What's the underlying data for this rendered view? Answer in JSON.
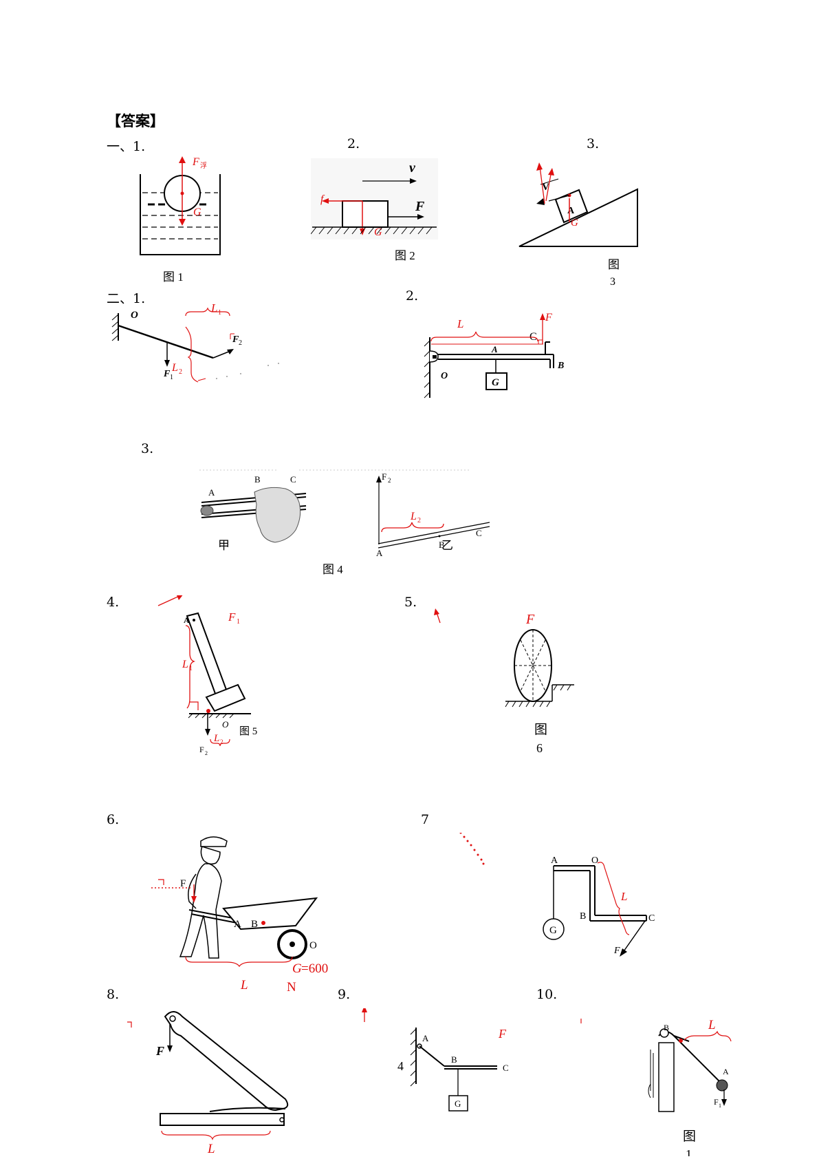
{
  "header": "【答案】",
  "section1": {
    "q1": "一、1.",
    "q2": "2.",
    "q3": "3.",
    "fig1": {
      "caption": "图 1",
      "f_buoyancy": "F",
      "f_sub": "浮",
      "g": "G"
    },
    "fig2": {
      "caption": "图 2",
      "v": "v",
      "F_black": "F",
      "f_red": "f",
      "g": "G"
    },
    "fig3": {
      "caption_a": "图",
      "caption_b": "3",
      "v": "V",
      "a": "A",
      "g": "G"
    }
  },
  "section2": {
    "q1": "二、1.",
    "q2": "2.",
    "q3": "3.",
    "q4": "4.",
    "q5": "5.",
    "q6": "6.",
    "q7": "7",
    "q8": "8.",
    "q9": "9.",
    "q10": "10.",
    "fig_q1": {
      "o": "O",
      "l1": "L",
      "l1_sub": "1",
      "l2": "L",
      "l2_sub": "2",
      "f1": "F",
      "f1_sub": "1",
      "f2": "F",
      "f2_sub": "2"
    },
    "fig_q2": {
      "l": "L",
      "f": "F",
      "c": "C",
      "a": "A",
      "b": "B",
      "o": "O",
      "g": "G"
    },
    "fig4": {
      "caption": "图 4",
      "jia": "甲",
      "yi": "乙",
      "a": "A",
      "b": "B",
      "c": "C",
      "f2": "F",
      "f2_sub": "2",
      "l2": "L",
      "l2_sub": "2"
    },
    "fig5": {
      "caption": "图 5",
      "a": "A",
      "o": "O",
      "f1": "F",
      "f1_sub": "1",
      "l1": "L",
      "l1_sub": "1",
      "l2": "L",
      "l2_sub": "2",
      "f2": "F",
      "f2_sub": "2"
    },
    "fig6": {
      "caption_a": "图",
      "caption_b": "6",
      "f": "F"
    },
    "fig_q6": {
      "f": "F",
      "a": "A",
      "b": "B",
      "o": "O",
      "g_label": "G",
      "g_value": "=600",
      "unit": "N",
      "l": "L"
    },
    "fig_q7": {
      "a": "A",
      "o": "O",
      "b": "B",
      "c": "C",
      "g": "G",
      "f": "F",
      "l": "L"
    },
    "fig_q8": {
      "f": "F",
      "l": "L"
    },
    "fig_q9": {
      "num": "4",
      "a": "A",
      "b": "B",
      "c": "C",
      "g": "G",
      "f": "F"
    },
    "fig_q10": {
      "b": "B",
      "a": "A",
      "f1": "F",
      "f1_sub": "1",
      "l": "L",
      "caption_a": "图",
      "caption_b": "1"
    }
  },
  "colors": {
    "annotation": "#e01010",
    "ink": "#000000"
  }
}
